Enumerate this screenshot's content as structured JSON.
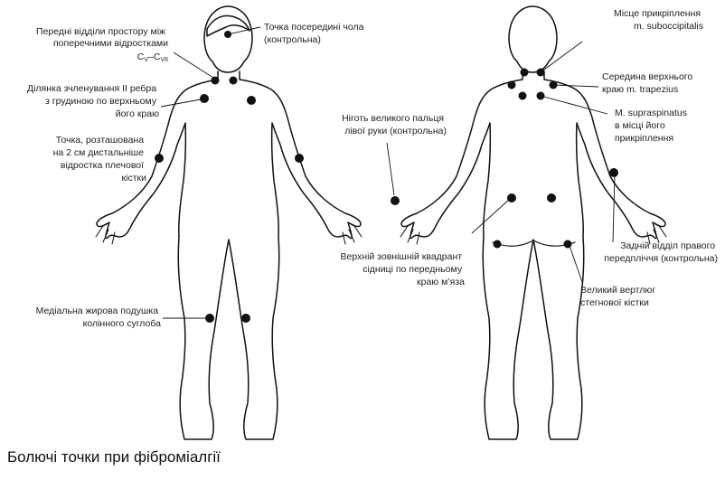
{
  "caption": "Болючі точки при фіброміалгії",
  "colors": {
    "dot": "#111111",
    "outline": "#111111",
    "leader": "#111111"
  },
  "labels": {
    "cervical": {
      "line1": "Передні відділи простору між",
      "line2": "поперечними відростками",
      "sub_a": "V",
      "sub_b": "VII",
      "c": "C",
      "dash": "–"
    },
    "forehead": {
      "line1": "Точка посередині чола",
      "line2": "(контрольна)"
    },
    "rib": {
      "line1": "Ділянка зчленування II ребра",
      "line2": "з грудиною по верхньому",
      "line3": "його краю"
    },
    "epicondyle": {
      "line1": "Точка, розташована",
      "line2": "на 2 см дистальніше",
      "line3": "відростка плечової",
      "line4": "кістки"
    },
    "knee": {
      "line1": "Медіальна жирова подушка",
      "line2": "колінного суглоба"
    },
    "nail": {
      "line1": "Ніготь великого пальця",
      "line2": "лівої руки (контрольна)"
    },
    "gluteal": {
      "line1": "Верхній зовнішній квадрант",
      "line2": "сідниці по передньому",
      "line3": "краю м’яза"
    },
    "suboccipital": {
      "line1": "Місце прикріплення",
      "line2": "m. suboccipitalis"
    },
    "trapezius": {
      "line1": "Середина верхнього",
      "line2": "краю m. trapezius"
    },
    "supraspinatus": {
      "line1": "M. supraspinatus",
      "line2": "в місці його",
      "line3": "прикріплення"
    },
    "forearm": {
      "line1": "Задній відділ правого",
      "line2": "передпліччя (контрольна)"
    },
    "trochanter": {
      "line1": "Великий вертлюг",
      "line2": "стегнової кістки"
    }
  }
}
